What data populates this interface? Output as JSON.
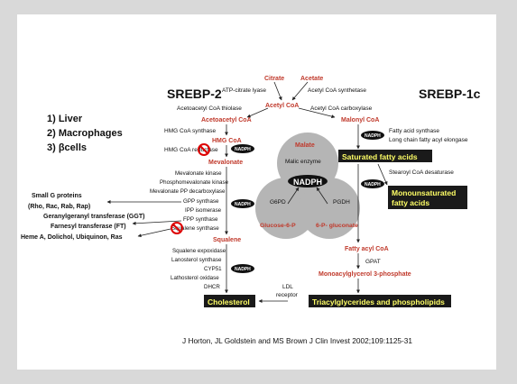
{
  "headings": {
    "srebp2": "SREBP-2",
    "srebp1c": "SREBP-1c"
  },
  "cell_types": [
    "1) Liver",
    "2) Macrophages",
    "3) βcells"
  ],
  "metabolites": {
    "citrate": "Citrate",
    "acetate": "Acetate",
    "acetyl_coa": "Acetyl CoA",
    "acetoacetyl_coa": "Acetoacetyl CoA",
    "malonyl_coa": "Malonyl CoA",
    "hmg_coa": "HMG CoA",
    "mevalonate": "Mevalonate",
    "squalene": "Squalene",
    "malate": "Malate",
    "glucose_6p": "Glucose-6-P",
    "gluconate_6p": "6-P- gluconate",
    "fatty_acyl_coa": "Fatty acyl CoA",
    "monoacylglycerol": "Monoacylglycerol 3-phosphate"
  },
  "enzymes": {
    "atp_citrate_lyase": "ATP-citrate lyase",
    "acetyl_coa_synthetase": "Acetyl CoA synthetase",
    "acetyl_coa_thiolase": "Acetoacetyl CoA thiolase",
    "acetyl_coa_carboxylase": "Acetyl CoA carboxylase",
    "hmg_coa_synthase": "HMG CoA synthase",
    "hmg_coa_reductase": "HMG CoA reductase",
    "fatty_acid_synthase": "Fatty acid synthase",
    "long_chain_elongase": "Long chain fatty acyl elongase",
    "malic_enzyme": "Malic enzyme",
    "g6pd": "G6PD",
    "pgdh": "PGDH",
    "mevalonate_kinase": "Mevalonate kinase",
    "phosphomevalonate_kinase": "Phosphomevalonate kinase",
    "mevalonate_pp_decarboxylase": "Mevalonate PP decarboxylase",
    "gpp_synthase": "GPP synthase",
    "ipp_isomerase": "IPP isomerase",
    "fpp_synthase": "FPP synthase",
    "squalene_synthase": "Squalene synthase",
    "squalene_epoxidase": "Squalene expoxidase",
    "lanosterol_synthase": "Lanosterol synthase",
    "cyp51": "CYP51",
    "lathosterol_oxidase": "Lathosterol oxidase",
    "dhcr": "DHCR",
    "stearoyl_coa_desaturase": "Stearoyl CoA desaturase",
    "gpat": "GPAT",
    "ldl_receptor_1": "LDL",
    "ldl_receptor_2": "receptor"
  },
  "cofactor": {
    "nadph": "NADPH",
    "nadph_big": "NADPH"
  },
  "products": {
    "saturated": "Saturated fatty acids",
    "mono_1": "Monounsaturated",
    "mono_2": "fatty acids",
    "cholesterol": "Cholesterol",
    "triacyl": "Triacylglycerides and phospholipids"
  },
  "side_products": {
    "small_g": "Small G proteins",
    "small_g_list": "(Rho, Rac, Rab, Rap)",
    "ggt": "Geranylgeranyl transferase (GGT)",
    "ft": "Farnesyl transferase (FT)",
    "heme": "Heme A, Dolichol, Ubiquinon, Ras"
  },
  "citation": "J Horton, JL Goldstein and MS Brown J Clin Invest 2002;109:1125-31",
  "colors": {
    "metabolite": "#c0392b",
    "product_box": "#1a1a1a",
    "product_text": "#ffff66",
    "circles": "#b5b5b5"
  }
}
